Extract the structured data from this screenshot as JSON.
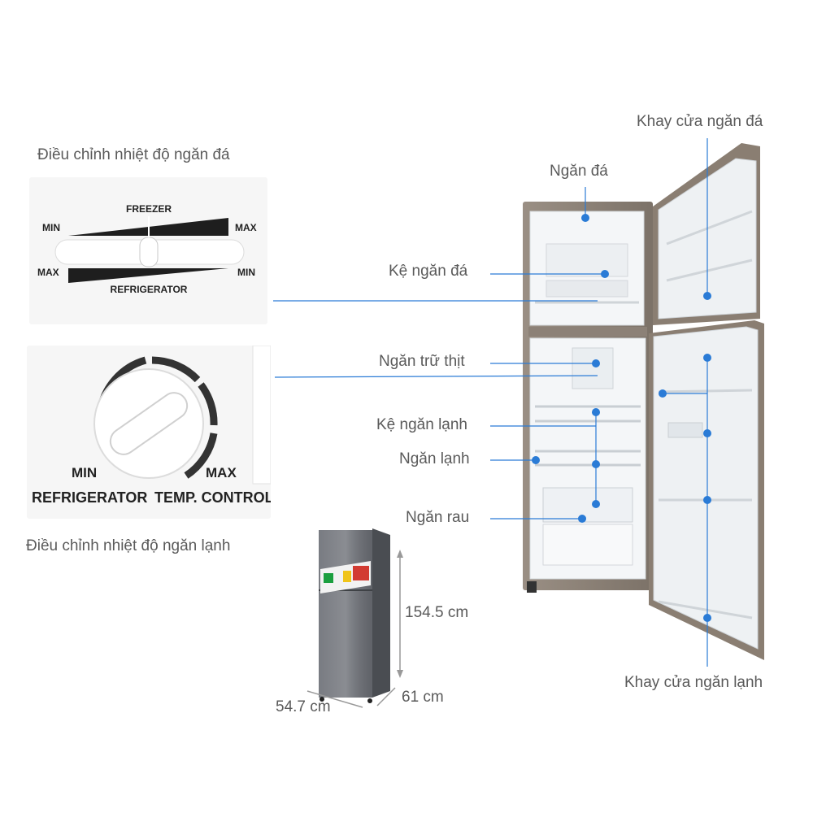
{
  "freezer_control": {
    "caption": "Điều chỉnh nhiệt độ ngăn đá",
    "freezer_word": "FREEZER",
    "refrigerator_word": "REFRIGERATOR",
    "min": "MIN",
    "max": "MAX"
  },
  "fridge_control": {
    "caption": "Điều chỉnh nhiệt độ ngăn lạnh",
    "min": "MIN",
    "max": "MAX",
    "refrigerator_word": "REFRIGERATOR",
    "temp_control_word": "TEMP. CONTROL"
  },
  "callouts": {
    "freezer_door_tray": "Khay cửa ngăn đá",
    "freezer": "Ngăn đá",
    "freezer_shelf": "Kệ ngăn đá",
    "meat_compartment": "Ngăn trữ thịt",
    "fridge_shelf": "Kệ ngăn lạnh",
    "fridge": "Ngăn lạnh",
    "vegetable_drawer": "Ngăn rau",
    "fridge_door_tray": "Khay cửa ngăn lạnh"
  },
  "dimensions": {
    "height": "154.5 cm",
    "depth": "61 cm",
    "width": "54.7 cm"
  },
  "colors": {
    "callout_blue": "#2a7bd6",
    "cabinet": "#8a7e72",
    "liner": "#f4f6f8"
  }
}
